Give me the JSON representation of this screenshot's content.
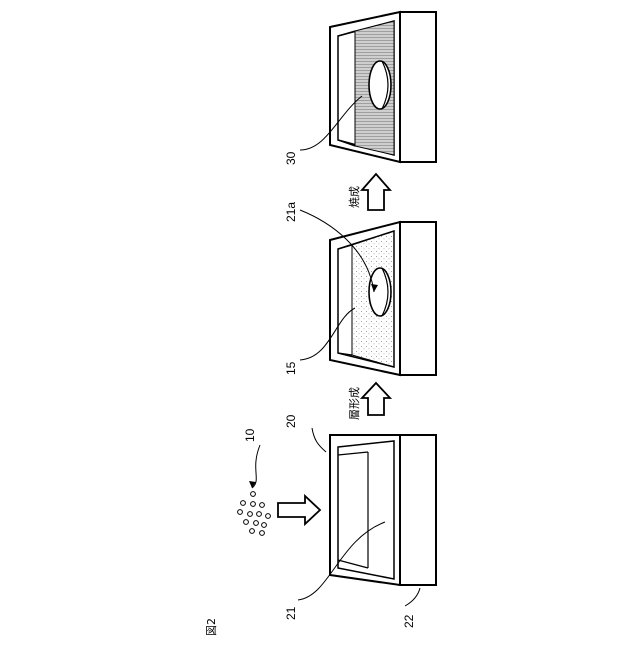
{
  "figure": {
    "title": "図2",
    "labels": {
      "particles": "10",
      "container": "20",
      "cavity": "21",
      "base": "22",
      "layer": "15",
      "recess": "21a",
      "sintered": "30"
    },
    "steps": {
      "layer_forming": "層形成",
      "sintering": "焼成"
    }
  }
}
